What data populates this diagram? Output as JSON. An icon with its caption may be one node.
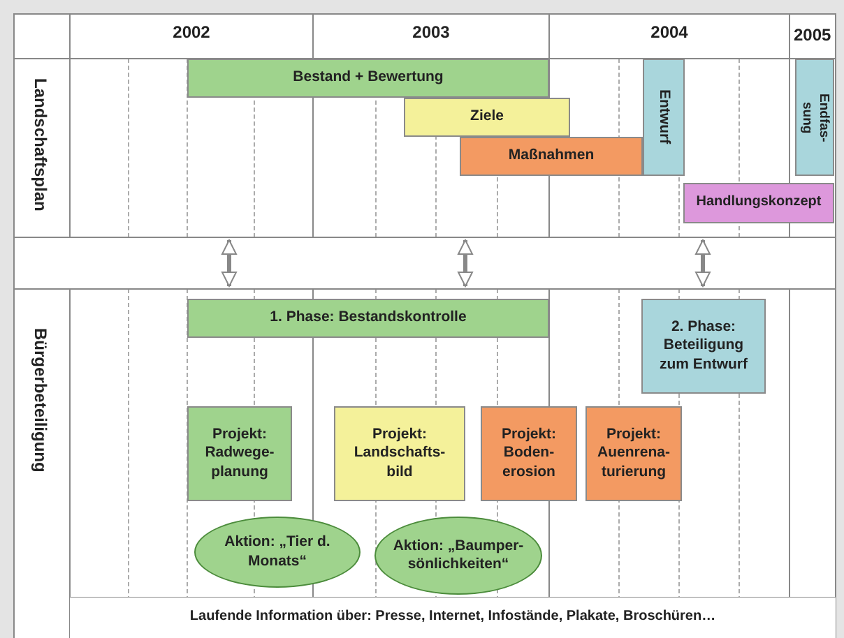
{
  "diagram": {
    "nodes": [
      {
        "text": [
          "Landschaftsplan"
        ]
      },
      {
        "text": [
          "Bestand + Bewertung"
        ],
        "in": 0
      },
      {
        "text": [
          "Ziele"
        ],
        "in": 0
      },
      {
        "text": [
          "Maßnahmen"
        ],
        "in": 0
      },
      {
        "text": [
          "Entwurf"
        ],
        "in": 0
      },
      {
        "text": [
          "Endfas- sung"
        ],
        "in": 0
      },
      {
        "text": [
          "Handlungskonzept"
        ],
        "in": 0
      },
      {
        "text": [
          "Bürgerbeteiligung"
        ]
      },
      {
        "text": [
          "1. Phase: Bestandskontrolle"
        ],
        "in": 7
      },
      {
        "text": [
          "2. Phase: Beteiligung zum Entwurf"
        ],
        "in": 7
      },
      {
        "text": [
          "Projekt: Radwege- planung"
        ],
        "in": 7
      },
      {
        "text": [
          "Projekt: Landschafts- bild"
        ],
        "in": 7
      },
      {
        "text": [
          "Projekt: Boden- erosion"
        ],
        "in": 7
      },
      {
        "text": [
          "Projekt: Auenrena- turierung"
        ],
        "in": 7
      },
      {
        "text": [
          "Aktion: „Tier d. Monats“"
        ],
        "in": 7
      },
      {
        "text": [
          "Aktion: „Baumper- sönlichkeiten“"
        ],
        "in": 7
      },
      {
        "text": [
          "Laufende Information über: Presse, Internet, Infostände, Plakate, Broschüren…"
        ],
        "in": 7
      }
    ],
    "edges": [
      {
        "from": 0,
        "to": 7,
        "arrow": "both"
      },
      {
        "from": 0,
        "to": 7,
        "arrow": "both"
      },
      {
        "from": 0,
        "to": 7,
        "arrow": "both"
      }
    ],
    "labels": [
      "2002",
      "2003",
      "2004",
      "2005"
    ]
  }
}
